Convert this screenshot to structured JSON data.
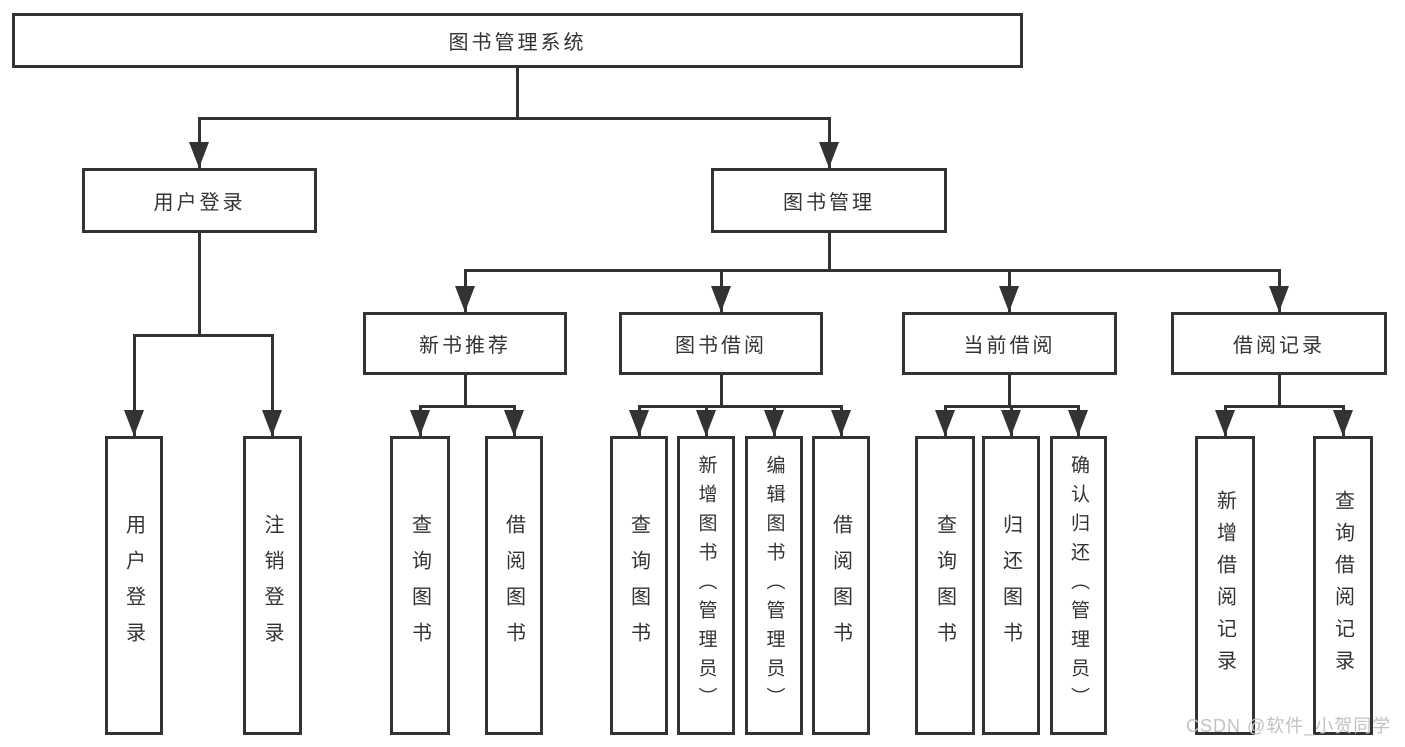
{
  "diagram": {
    "title_node": "图书管理系统",
    "root": {
      "label": "图书管理系统"
    },
    "branches": [
      {
        "label": "用户登录",
        "children": [
          {
            "label": "用户登录"
          },
          {
            "label": "注销登录"
          }
        ]
      },
      {
        "label": "图书管理",
        "children": [
          {
            "label": "新书推荐",
            "children": [
              {
                "label": "查询图书"
              },
              {
                "label": "借阅图书"
              }
            ]
          },
          {
            "label": "图书借阅",
            "children": [
              {
                "label": "查询图书"
              },
              {
                "label": "新增图书（管理员）"
              },
              {
                "label": "编辑图书（管理员）"
              },
              {
                "label": "借阅图书"
              }
            ]
          },
          {
            "label": "当前借阅",
            "children": [
              {
                "label": "查询图书"
              },
              {
                "label": "归还图书"
              },
              {
                "label": "确认归还（管理员）"
              }
            ]
          },
          {
            "label": "借阅记录",
            "children": [
              {
                "label": "新增借阅记录"
              },
              {
                "label": "查询借阅记录"
              }
            ]
          }
        ]
      }
    ]
  },
  "watermark": {
    "text": "CSDN @软件_小贺同学"
  },
  "colors": {
    "line": "#333333",
    "text": "#333333",
    "watermark": "#c2c2c2",
    "background": "#ffffff"
  }
}
